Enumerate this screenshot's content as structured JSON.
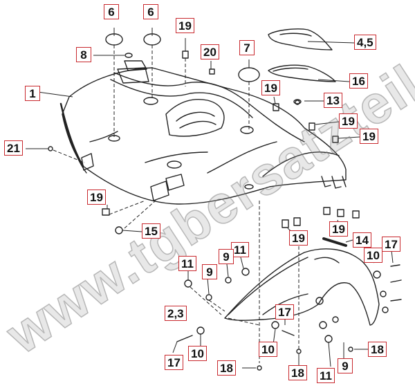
{
  "watermark": "www.tgbersatzteile.de",
  "colors": {
    "callout_border": "#c8282d",
    "line": "#222222",
    "watermark": "#999999"
  },
  "callouts": [
    {
      "id": "c6a",
      "text": "6"
    },
    {
      "id": "c6b",
      "text": "6"
    },
    {
      "id": "c19a",
      "text": "19"
    },
    {
      "id": "c8",
      "text": "8"
    },
    {
      "id": "c20",
      "text": "20"
    },
    {
      "id": "c7",
      "text": "7"
    },
    {
      "id": "c45",
      "text": "4,5"
    },
    {
      "id": "c1",
      "text": "1"
    },
    {
      "id": "c16",
      "text": "16"
    },
    {
      "id": "c19b",
      "text": "19"
    },
    {
      "id": "c13",
      "text": "13"
    },
    {
      "id": "c19c",
      "text": "19"
    },
    {
      "id": "c19d",
      "text": "19"
    },
    {
      "id": "c21",
      "text": "21"
    },
    {
      "id": "c19e",
      "text": "19"
    },
    {
      "id": "c15",
      "text": "15"
    },
    {
      "id": "c19f",
      "text": "19"
    },
    {
      "id": "c19g",
      "text": "19"
    },
    {
      "id": "c14",
      "text": "14"
    },
    {
      "id": "c11a",
      "text": "11"
    },
    {
      "id": "c9a",
      "text": "9"
    },
    {
      "id": "c17a",
      "text": "17"
    },
    {
      "id": "c11b",
      "text": "11"
    },
    {
      "id": "c9b",
      "text": "9"
    },
    {
      "id": "c10a",
      "text": "10"
    },
    {
      "id": "c23",
      "text": "2,3"
    },
    {
      "id": "c17b",
      "text": "17"
    },
    {
      "id": "c10b",
      "text": "10"
    },
    {
      "id": "c18a",
      "text": "18"
    },
    {
      "id": "c17c",
      "text": "17"
    },
    {
      "id": "c10c",
      "text": "10"
    },
    {
      "id": "c9c",
      "text": "9"
    },
    {
      "id": "c18b",
      "text": "18"
    },
    {
      "id": "c18c",
      "text": "18"
    },
    {
      "id": "c11c",
      "text": "11"
    }
  ]
}
